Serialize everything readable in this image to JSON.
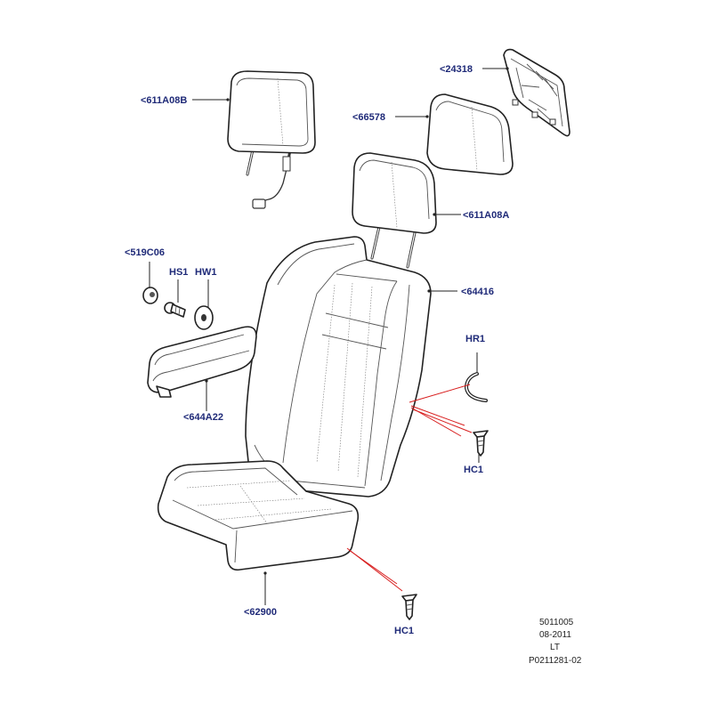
{
  "callouts": {
    "c611A08B": "<611A08B",
    "c24318": "<24318",
    "c66578": "<66578",
    "c611A08A": "<611A08A",
    "c519C06": "<519C06",
    "cHS1": "HS1",
    "cHW1": "HW1",
    "c64416": "<64416",
    "cHR1": "HR1",
    "c644A22": "<644A22",
    "cHC1a": "HC1",
    "c62900": "<62900",
    "cHC1b": "HC1"
  },
  "reference": {
    "line1": "5011005",
    "line2": "08-2011",
    "line3": "LT",
    "line4": "P0211281-02"
  },
  "colors": {
    "callout_text": "#1f2a78",
    "leader_red": "#d81e1e",
    "outline": "#222222"
  }
}
